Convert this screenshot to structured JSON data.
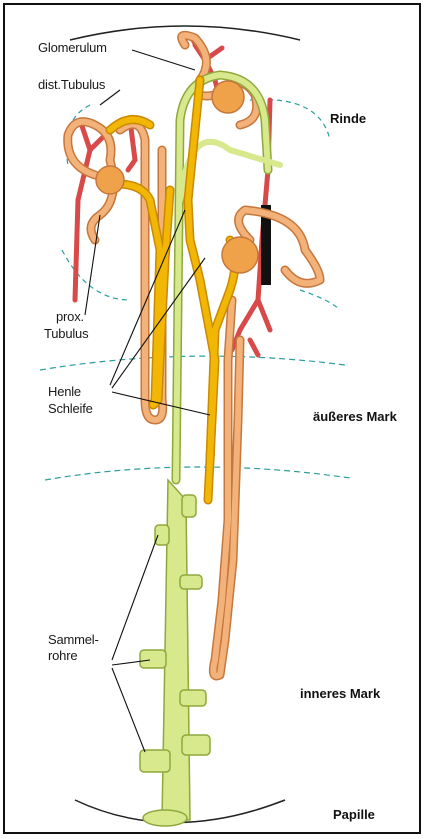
{
  "labels": {
    "glomerulum": "Glomerulum",
    "dist_tubulus": "dist.Tubulus",
    "prox_tubulus_1": "prox.",
    "prox_tubulus_2": "Tubulus",
    "henle_1": "Henle",
    "henle_2": "Schleife",
    "sammel_1": "Sammel-",
    "sammel_2": "rohre"
  },
  "zones": {
    "rinde": "Rinde",
    "aeusseres_mark": "äußeres Mark",
    "inneres_mark": "inneres Mark",
    "papille": "Papille"
  },
  "colors": {
    "tubule_yellow": "#f2b705",
    "tubule_yellow_edge": "#c98a00",
    "tubule_orange": "#f3b27a",
    "tubule_orange_edge": "#c5773c",
    "collecting_duct": "#d8e88c",
    "collecting_duct_edge": "#8ea83c",
    "vessel_red": "#d84a4a",
    "glomerulus": "#f0a24a",
    "boundary_teal": "#2a9d9d"
  }
}
